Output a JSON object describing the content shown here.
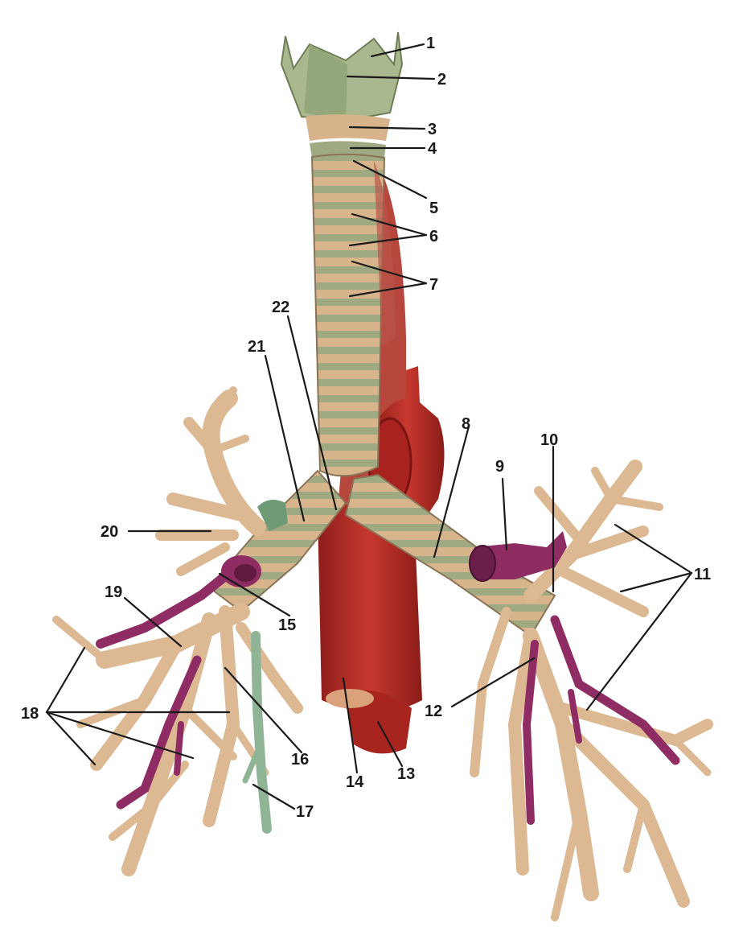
{
  "labels": {
    "l1": "1",
    "l2": "2",
    "l3": "3",
    "l4": "4",
    "l5": "5",
    "l6": "6",
    "l7": "7",
    "l8": "8",
    "l9": "9",
    "l10": "10",
    "l11": "11",
    "l12": "12",
    "l13": "13",
    "l14": "14",
    "l15": "15",
    "l16": "16",
    "l17": "17",
    "l18": "18",
    "l19": "19",
    "l20": "20",
    "l21": "21",
    "l22": "22"
  },
  "colors": {
    "airway": "#d9b38a",
    "airway_dark": "#b88a62",
    "cartilage_green": "#9aae86",
    "aorta_red": "#c0322c",
    "vein_purple": "#8e2c63",
    "nerve_green": "#8fb596",
    "label_ink": "#1a1a1a"
  }
}
